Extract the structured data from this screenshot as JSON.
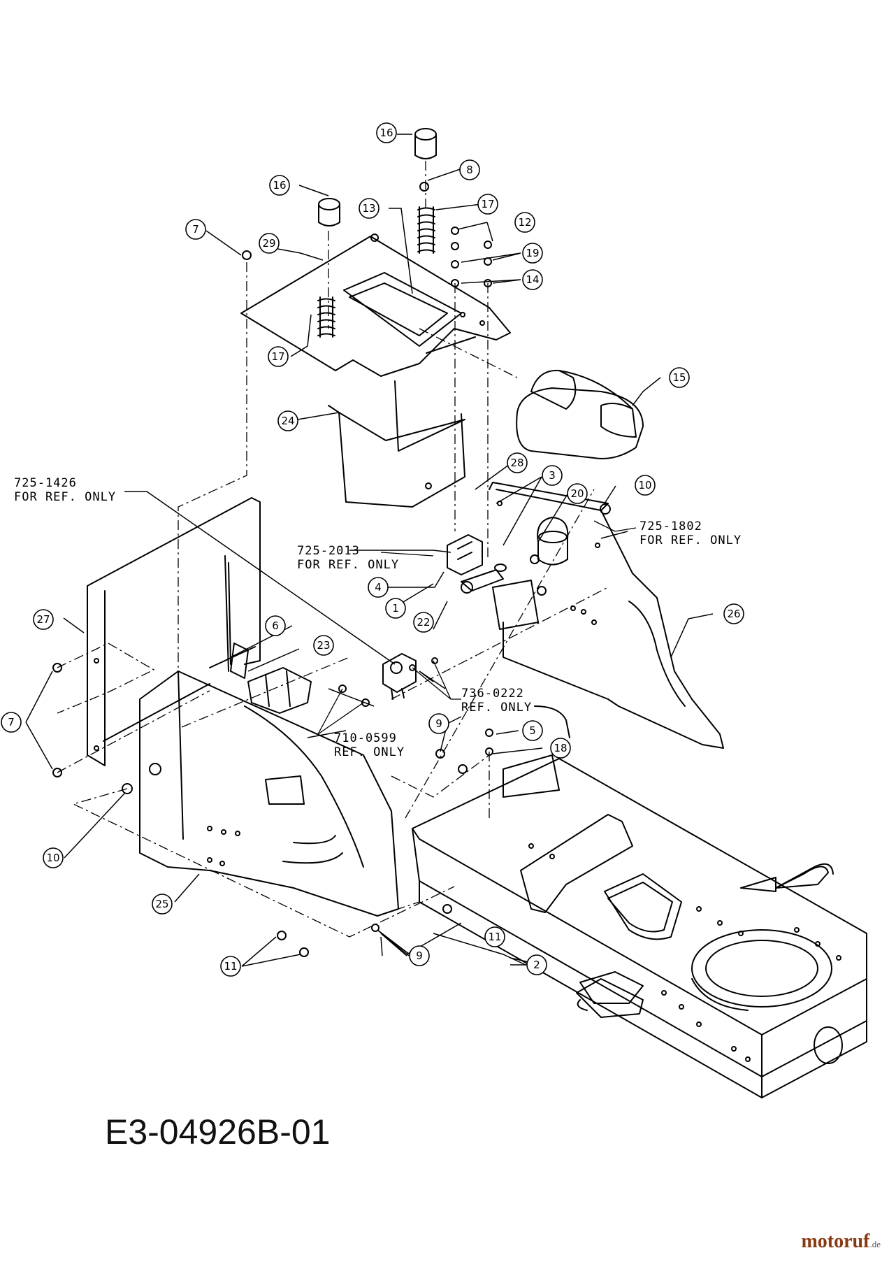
{
  "diagram": {
    "code": "E3-04926B-01",
    "watermark": {
      "name": "motoruf",
      "tld": ".de"
    },
    "callouts": [
      "1",
      "2",
      "3",
      "4",
      "5",
      "6",
      "7",
      "8",
      "9",
      "10",
      "11",
      "12",
      "13",
      "14",
      "15",
      "16",
      "17",
      "18",
      "19",
      "20",
      "22",
      "23",
      "24",
      "25",
      "26",
      "27",
      "28",
      "29"
    ],
    "notes": {
      "n725_1426": [
        "725-1426",
        "FOR REF. ONLY"
      ],
      "n725_2013": [
        "725-2013",
        "FOR REF. ONLY"
      ],
      "n725_1802": [
        "725-1802",
        "FOR REF. ONLY"
      ],
      "n736_0222": [
        "736-0222",
        "REF. ONLY"
      ],
      "n710_0599": [
        "710-0599",
        "REF. ONLY"
      ]
    }
  }
}
